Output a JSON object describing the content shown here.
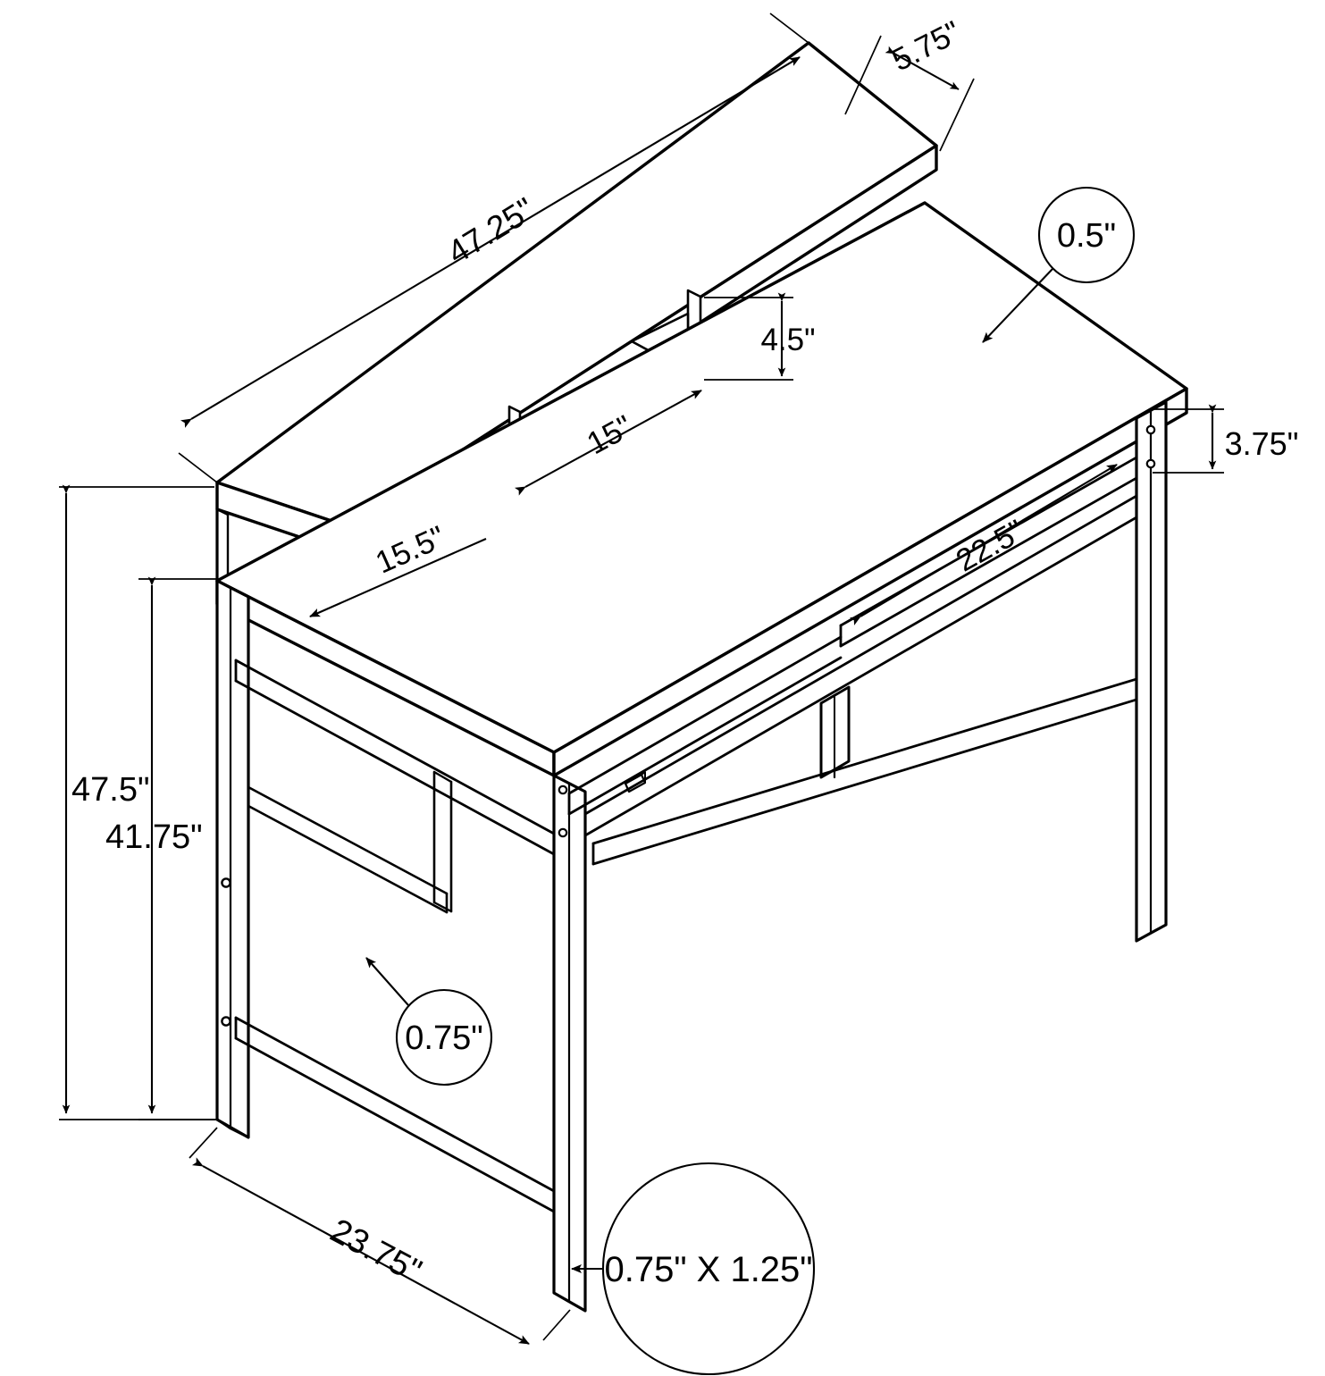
{
  "drawing": {
    "title": "Computer Desk with Hutch Shelf — Dimensioned Isometric Drawing",
    "units": "inches",
    "line_color": "#000000",
    "background_color": "#ffffff",
    "view": "isometric"
  },
  "dimensions": {
    "shelf_length": "47.25\"",
    "shelf_depth": "5.75\"",
    "shelf_clearance_height": "4.5\"",
    "shelf_support_spacing": "15\"",
    "desktop_depth_left": "15.5\"",
    "desktop_thickness_callout": "0.5\"",
    "apron_drop": "3.75\"",
    "desktop_width_right": "22.5\"",
    "total_height": "47.5\"",
    "desk_surface_height": "41.75\"",
    "frame_tube_callout": "0.75\"",
    "base_depth": "23.75\"",
    "leg_profile_callout": "0.75\" X 1.25\""
  },
  "callouts": [
    {
      "id": "top-thickness",
      "label": "0.5\"",
      "shape": "circle"
    },
    {
      "id": "brace-thickness",
      "label": "0.75\"",
      "shape": "circle"
    },
    {
      "id": "leg-profile",
      "label": "0.75\" X 1.25\"",
      "shape": "circle"
    }
  ],
  "linear_dimensions": [
    {
      "id": "shelf-length",
      "label": "47.25\"",
      "orientation": "diagonal"
    },
    {
      "id": "shelf-depth",
      "label": "5.75\"",
      "orientation": "diagonal"
    },
    {
      "id": "shelf-clear",
      "label": "4.5\"",
      "orientation": "vertical"
    },
    {
      "id": "support-span",
      "label": "15\"",
      "orientation": "diagonal"
    },
    {
      "id": "desk-depth",
      "label": "15.5\"",
      "orientation": "diagonal"
    },
    {
      "id": "apron-drop",
      "label": "3.75\"",
      "orientation": "vertical"
    },
    {
      "id": "desk-width",
      "label": "22.5\"",
      "orientation": "diagonal"
    },
    {
      "id": "overall-height",
      "label": "47.5\"",
      "orientation": "vertical"
    },
    {
      "id": "work-height",
      "label": "41.75\"",
      "orientation": "vertical"
    },
    {
      "id": "base-depth",
      "label": "23.75\"",
      "orientation": "diagonal"
    }
  ]
}
